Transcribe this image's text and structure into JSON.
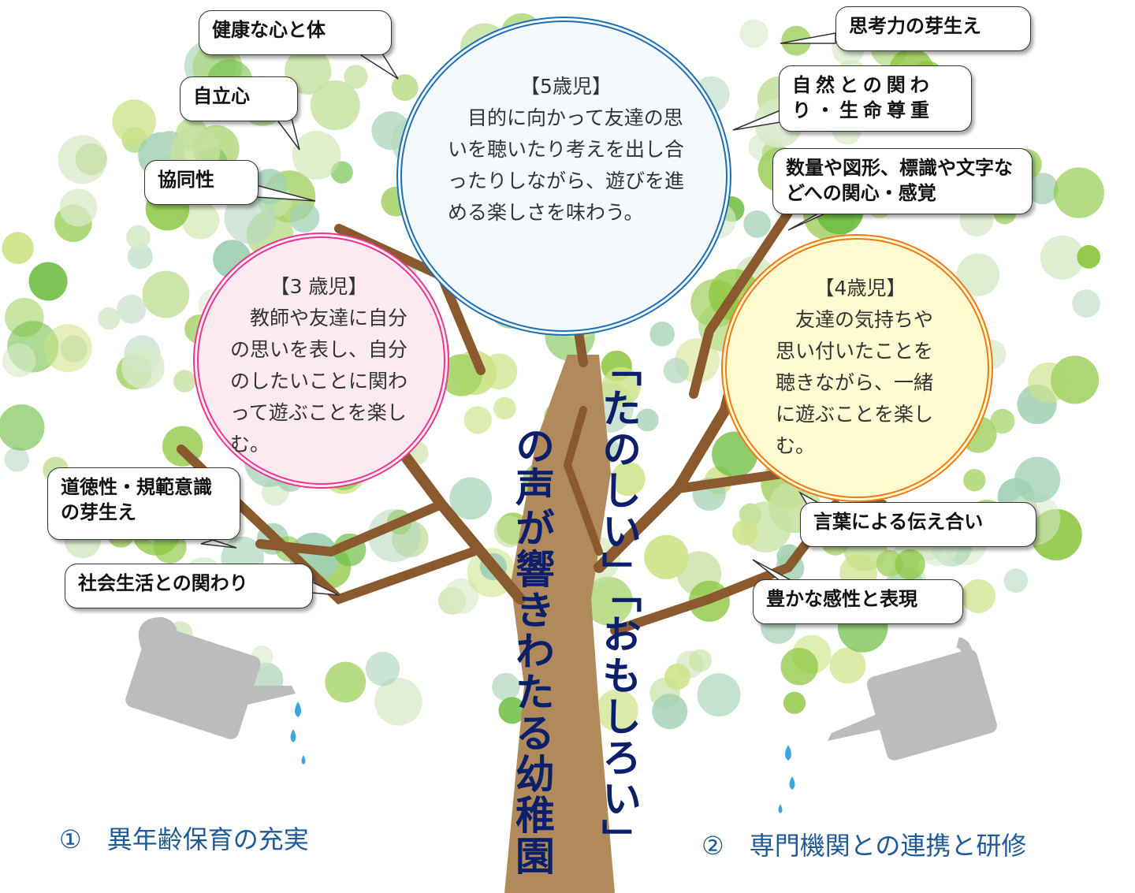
{
  "title": {
    "line1": "「たのしい」「おもしろい」",
    "line2": "の声が響きわたる幼稚園"
  },
  "circles": {
    "age5": {
      "heading": "【5歳児】",
      "body": "目的に向かって友達の思いを聴いたり考えを出し合ったりしながら、遊びを進める楽しさを味わう。",
      "color": "#1f6fb5",
      "fill": "#f4f9fd"
    },
    "age3": {
      "heading": "【3 歳児】",
      "body": "教師や友達に自分の思いを表し、自分のしたいことに関わって遊ぶことを楽しむ。",
      "color": "#e8378f",
      "fill": "#fdeaf1"
    },
    "age4": {
      "heading": "【4歳児】",
      "body": "友達の気持ちや思い付いたことを聴きながら、一緒に遊ぶことを楽しむ。",
      "color": "#f07814",
      "fill": "#fdfcd0"
    }
  },
  "bubbles": {
    "health": "健康な心と体",
    "independence": "自立心",
    "cooperation": "協同性",
    "morality": "道徳性・規範意識の芽生え",
    "social": "社会生活との関わり",
    "thinking": "思考力の芽生え",
    "nature": "自然との関わり・生命尊重",
    "numbers": "数量や図形、標識や文字などへの関心・感覚",
    "language": "言葉による伝え合い",
    "expression": "豊かな感性と表現"
  },
  "footer": {
    "left": "①　異年齢保育の充実",
    "right": "②　専門機関との連携と研修"
  },
  "colors": {
    "trunk": "#b08a5b",
    "branch": "#8a5a2e",
    "title": "#0b1f6a",
    "footer": "#1f5a96",
    "water": "#3aa6e0"
  }
}
